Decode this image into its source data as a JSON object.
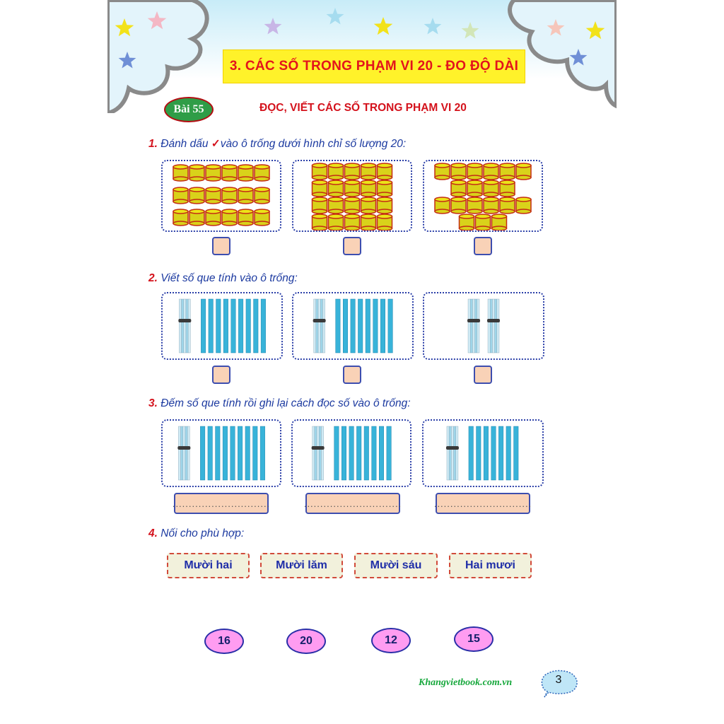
{
  "header": {
    "title": "3. CÁC SỐ TRONG PHẠM VI 20 - ĐO ĐỘ DÀI",
    "badge": "Bài 55",
    "lesson_title": "ĐỌC, VIẾT CÁC SỐ TRONG PHẠM VI 20"
  },
  "questions": {
    "q1": {
      "num": "1.",
      "text_a": "Đánh dấu ",
      "check": "✓",
      "text_b": "vào ô trống dưới hình chỉ số lượng 20:"
    },
    "q2": {
      "num": "2.",
      "text": "Viết số que tính vào ô trống:"
    },
    "q3": {
      "num": "3.",
      "text": "Đếm số que tính rồi ghi lại cách đọc số vào ô trống:"
    },
    "q4": {
      "num": "4.",
      "text": "Nối cho phù hợp:"
    }
  },
  "q1_groups": [
    {
      "count": 18
    },
    {
      "count": 20
    },
    {
      "count": 19
    }
  ],
  "q2_groups": [
    {
      "bundles": 1,
      "sticks": 9
    },
    {
      "bundles": 1,
      "sticks": 8
    },
    {
      "bundles": 2,
      "sticks": 0
    }
  ],
  "q3_groups": [
    {
      "bundles": 1,
      "sticks": 9
    },
    {
      "bundles": 1,
      "sticks": 8
    },
    {
      "bundles": 1,
      "sticks": 7
    }
  ],
  "q3_answer_placeholder": "..............................",
  "q4_names": [
    "Mười hai",
    "Mười lăm",
    "Mười sáu",
    "Hai mươi"
  ],
  "q4_numbers": [
    "16",
    "20",
    "12",
    "15"
  ],
  "footer": {
    "site": "Khangvietbook.com.vn",
    "page": "3"
  },
  "colors": {
    "title_bg": "#fff22a",
    "accent_red": "#d4121c",
    "text_blue": "#1c3aa0",
    "answer_box": "#f9d2b7",
    "number_oval": "#ff9cf1",
    "badge_green": "#2f9d47"
  }
}
